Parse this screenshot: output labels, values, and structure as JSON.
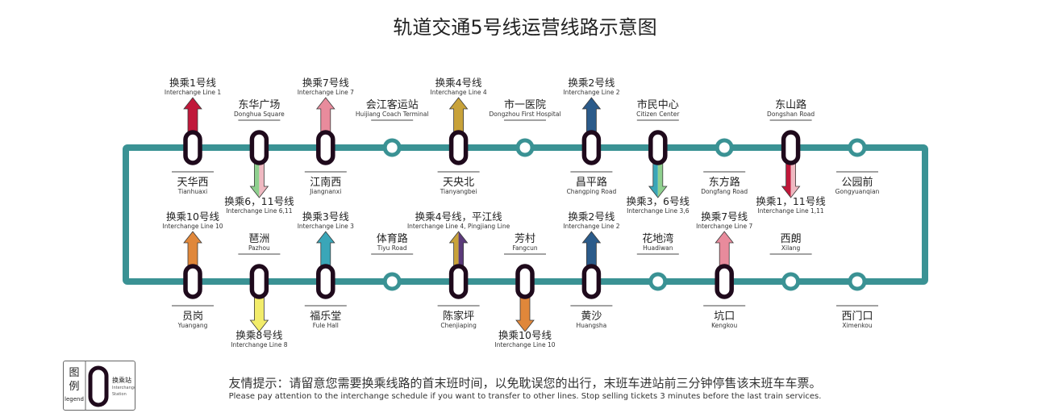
{
  "title": "轨道交通5号线运营线路示意图",
  "colors": {
    "route": "#3a9294",
    "station_dark": "#1f0a1c",
    "text": "#222222"
  },
  "stations_top": [
    {
      "cn": "天华西",
      "en": "Tianhuaxi",
      "type": "interchange",
      "label": "below",
      "interchange": {
        "dir": "up",
        "cn": "换乘1号线",
        "en": "Interchange Line 1",
        "colors": [
          "#c0183a"
        ]
      }
    },
    {
      "cn": "东华广场",
      "en": "Donghua Square",
      "type": "interchange",
      "label": "above",
      "interchange": {
        "dir": "down",
        "cn": "换乘6，11号线",
        "en": "Interchange Line 6,11",
        "colors": [
          "#8fd08f",
          "#efb9c1"
        ]
      }
    },
    {
      "cn": "江南西",
      "en": "Jiangnanxi",
      "type": "interchange",
      "label": "below",
      "interchange": {
        "dir": "up",
        "cn": "换乘7号线",
        "en": "Interchange Line 7",
        "colors": [
          "#e88b9c"
        ]
      }
    },
    {
      "cn": "会江客运站",
      "en": "Huijiang Coach Terminal",
      "type": "normal",
      "label": "above"
    },
    {
      "cn": "天央北",
      "en": "Tianyangbei",
      "type": "interchange",
      "label": "below",
      "interchange": {
        "dir": "up",
        "cn": "换乘4号线",
        "en": "Interchange Line 4",
        "colors": [
          "#c8a23a"
        ]
      }
    },
    {
      "cn": "市一医院",
      "en": "Dongzhou First Hospital",
      "type": "normal",
      "label": "above"
    },
    {
      "cn": "昌平路",
      "en": "Changping Road",
      "type": "interchange",
      "label": "below",
      "interchange": {
        "dir": "up",
        "cn": "换乘2号线",
        "en": "Interchange Line 2",
        "colors": [
          "#2b5b8a"
        ]
      }
    },
    {
      "cn": "市民中心",
      "en": "Citizen Center",
      "type": "interchange",
      "label": "above",
      "interchange": {
        "dir": "down",
        "cn": "换乘3，6号线",
        "en": "Interchange Line 3,6",
        "colors": [
          "#3aa6b8",
          "#8fd08f"
        ]
      }
    },
    {
      "cn": "东方路",
      "en": "Dongfang Road",
      "type": "normal",
      "label": "below"
    },
    {
      "cn": "东山路",
      "en": "Dongshan Road",
      "type": "interchange",
      "label": "above",
      "interchange": {
        "dir": "down",
        "cn": "换乘1，11号线",
        "en": "Interchange Line 1,11",
        "colors": [
          "#c0183a",
          "#efb9c1"
        ]
      }
    },
    {
      "cn": "公园前",
      "en": "Gongyuanqian",
      "type": "normal",
      "label": "below"
    }
  ],
  "stations_bottom": [
    {
      "cn": "员岗",
      "en": "Yuangang",
      "type": "interchange",
      "label": "below",
      "interchange": {
        "dir": "up",
        "cn": "换乘10号线",
        "en": "Interchange Line 10",
        "colors": [
          "#e0873a"
        ]
      }
    },
    {
      "cn": "琶洲",
      "en": "Pazhou",
      "type": "interchange",
      "label": "above",
      "interchange": {
        "dir": "down",
        "cn": "换乘8号线",
        "en": "Interchange Line 8",
        "colors": [
          "#f2ec6a"
        ]
      }
    },
    {
      "cn": "福乐堂",
      "en": "Fule Hall",
      "type": "interchange",
      "label": "below",
      "interchange": {
        "dir": "up",
        "cn": "换乘3号线",
        "en": "Interchange Line 3",
        "colors": [
          "#3aa6b8"
        ]
      }
    },
    {
      "cn": "体育路",
      "en": "Tiyu Road",
      "type": "normal",
      "label": "above"
    },
    {
      "cn": "陈家坪",
      "en": "Chenjiaping",
      "type": "interchange",
      "label": "below",
      "interchange": {
        "dir": "up",
        "cn": "换乘4号线，平江线",
        "en": "Interchange Line 4, Pingjiang Line",
        "colors": [
          "#c8a23a",
          "#5b3a7a"
        ]
      }
    },
    {
      "cn": "芳村",
      "en": "Fangcun",
      "type": "interchange",
      "label": "above",
      "interchange": {
        "dir": "down",
        "cn": "换乘10号线",
        "en": "Interchange Line 10",
        "colors": [
          "#e0873a"
        ]
      }
    },
    {
      "cn": "黄沙",
      "en": "Huangsha",
      "type": "interchange",
      "label": "below",
      "interchange": {
        "dir": "up",
        "cn": "换乘2号线",
        "en": "Interchange Line 2",
        "colors": [
          "#2b5b8a"
        ]
      }
    },
    {
      "cn": "花地湾",
      "en": "Huadiwan",
      "type": "normal",
      "label": "above"
    },
    {
      "cn": "坑口",
      "en": "Kengkou",
      "type": "interchange",
      "label": "below",
      "interchange": {
        "dir": "up",
        "cn": "换乘7号线",
        "en": "Interchange Line 7",
        "colors": [
          "#e88b9c"
        ]
      }
    },
    {
      "cn": "西朗",
      "en": "Xilang",
      "type": "normal",
      "label": "above"
    },
    {
      "cn": "西门口",
      "en": "Ximenkou",
      "type": "normal",
      "label": "below"
    }
  ],
  "notice": {
    "cn": "友情提示：请留意您需要换乘线路的首末班时间，以免耽误您的出行，末班车进站前三分钟停售该末班车车票。",
    "en": "Please pay attention to the interchange schedule if you want to transfer to other lines. Stop selling tickets 3 minutes before the last train services."
  },
  "legend": {
    "title": "图例",
    "title_en": "legend",
    "item_cn": "换乘站",
    "item_en": "Interchange Station"
  }
}
